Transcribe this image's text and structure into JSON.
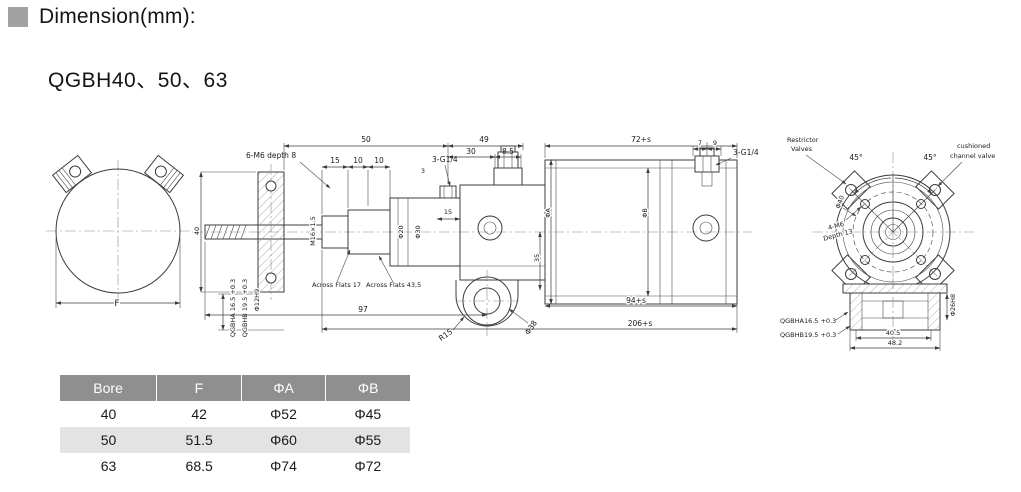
{
  "header": {
    "title": "Dimension(mm):",
    "model": "QGBH40、50、63"
  },
  "table": {
    "headers": [
      "Bore",
      "F",
      "ΦA",
      "ΦB"
    ],
    "rows": [
      [
        "40",
        "42",
        "Φ52",
        "Φ45"
      ],
      [
        "50",
        "51.5",
        "Φ60",
        "Φ55"
      ],
      [
        "63",
        "68.5",
        "Φ74",
        "Φ72"
      ]
    ]
  },
  "drawing": {
    "front": {
      "dim_f": "F"
    },
    "side": {
      "dim50": "50",
      "m6_callout": "6-M6 depth 8",
      "dim15_top": "15",
      "dim10_a": "10",
      "dim10_b": "10",
      "dim49": "49",
      "dim30": "30",
      "dim8_5": "8.5",
      "dim72s": "72+s",
      "g14_mid": "3-G1/4",
      "g14_right": "3-G1/4",
      "dim7": "7",
      "dim9": "9",
      "dim3": "3",
      "dim15_inner": "15",
      "thread": "M16×1.5",
      "dia20": "Φ20",
      "dia30": "Φ30",
      "diaA": "ΦA",
      "diaB": "ΦB",
      "dim40": "40",
      "dim35": "35",
      "flats17": "Across Flats 17",
      "flats43": "Across Flats 43,5",
      "qgbha": "QGBHA 16.5 +0.3",
      "qgbhb": "QGBHB 19.5 +0.3",
      "dia12": "Φ12H9",
      "dim97": "97",
      "dim94s": "94+s",
      "dim206s": "206+s",
      "r15": "R15",
      "dia38": "Φ38"
    },
    "rear": {
      "restrictor_1": "Restrictor",
      "restrictor_2": "Valves",
      "cushion_1": "cushioned",
      "cushion_2": "channel valve",
      "angle_l": "45°",
      "angle_r": "45°",
      "dia40": "Φ40",
      "m6_1": "4-M6",
      "m6_2": "Depth 13",
      "qgbha": "QGBHA16.5 +0.3",
      "qgbhb": "QGBHB19.5 +0.3",
      "dim40_5": "40.5",
      "dim48_2": "48.2",
      "dia26": "Φ26H8"
    }
  }
}
